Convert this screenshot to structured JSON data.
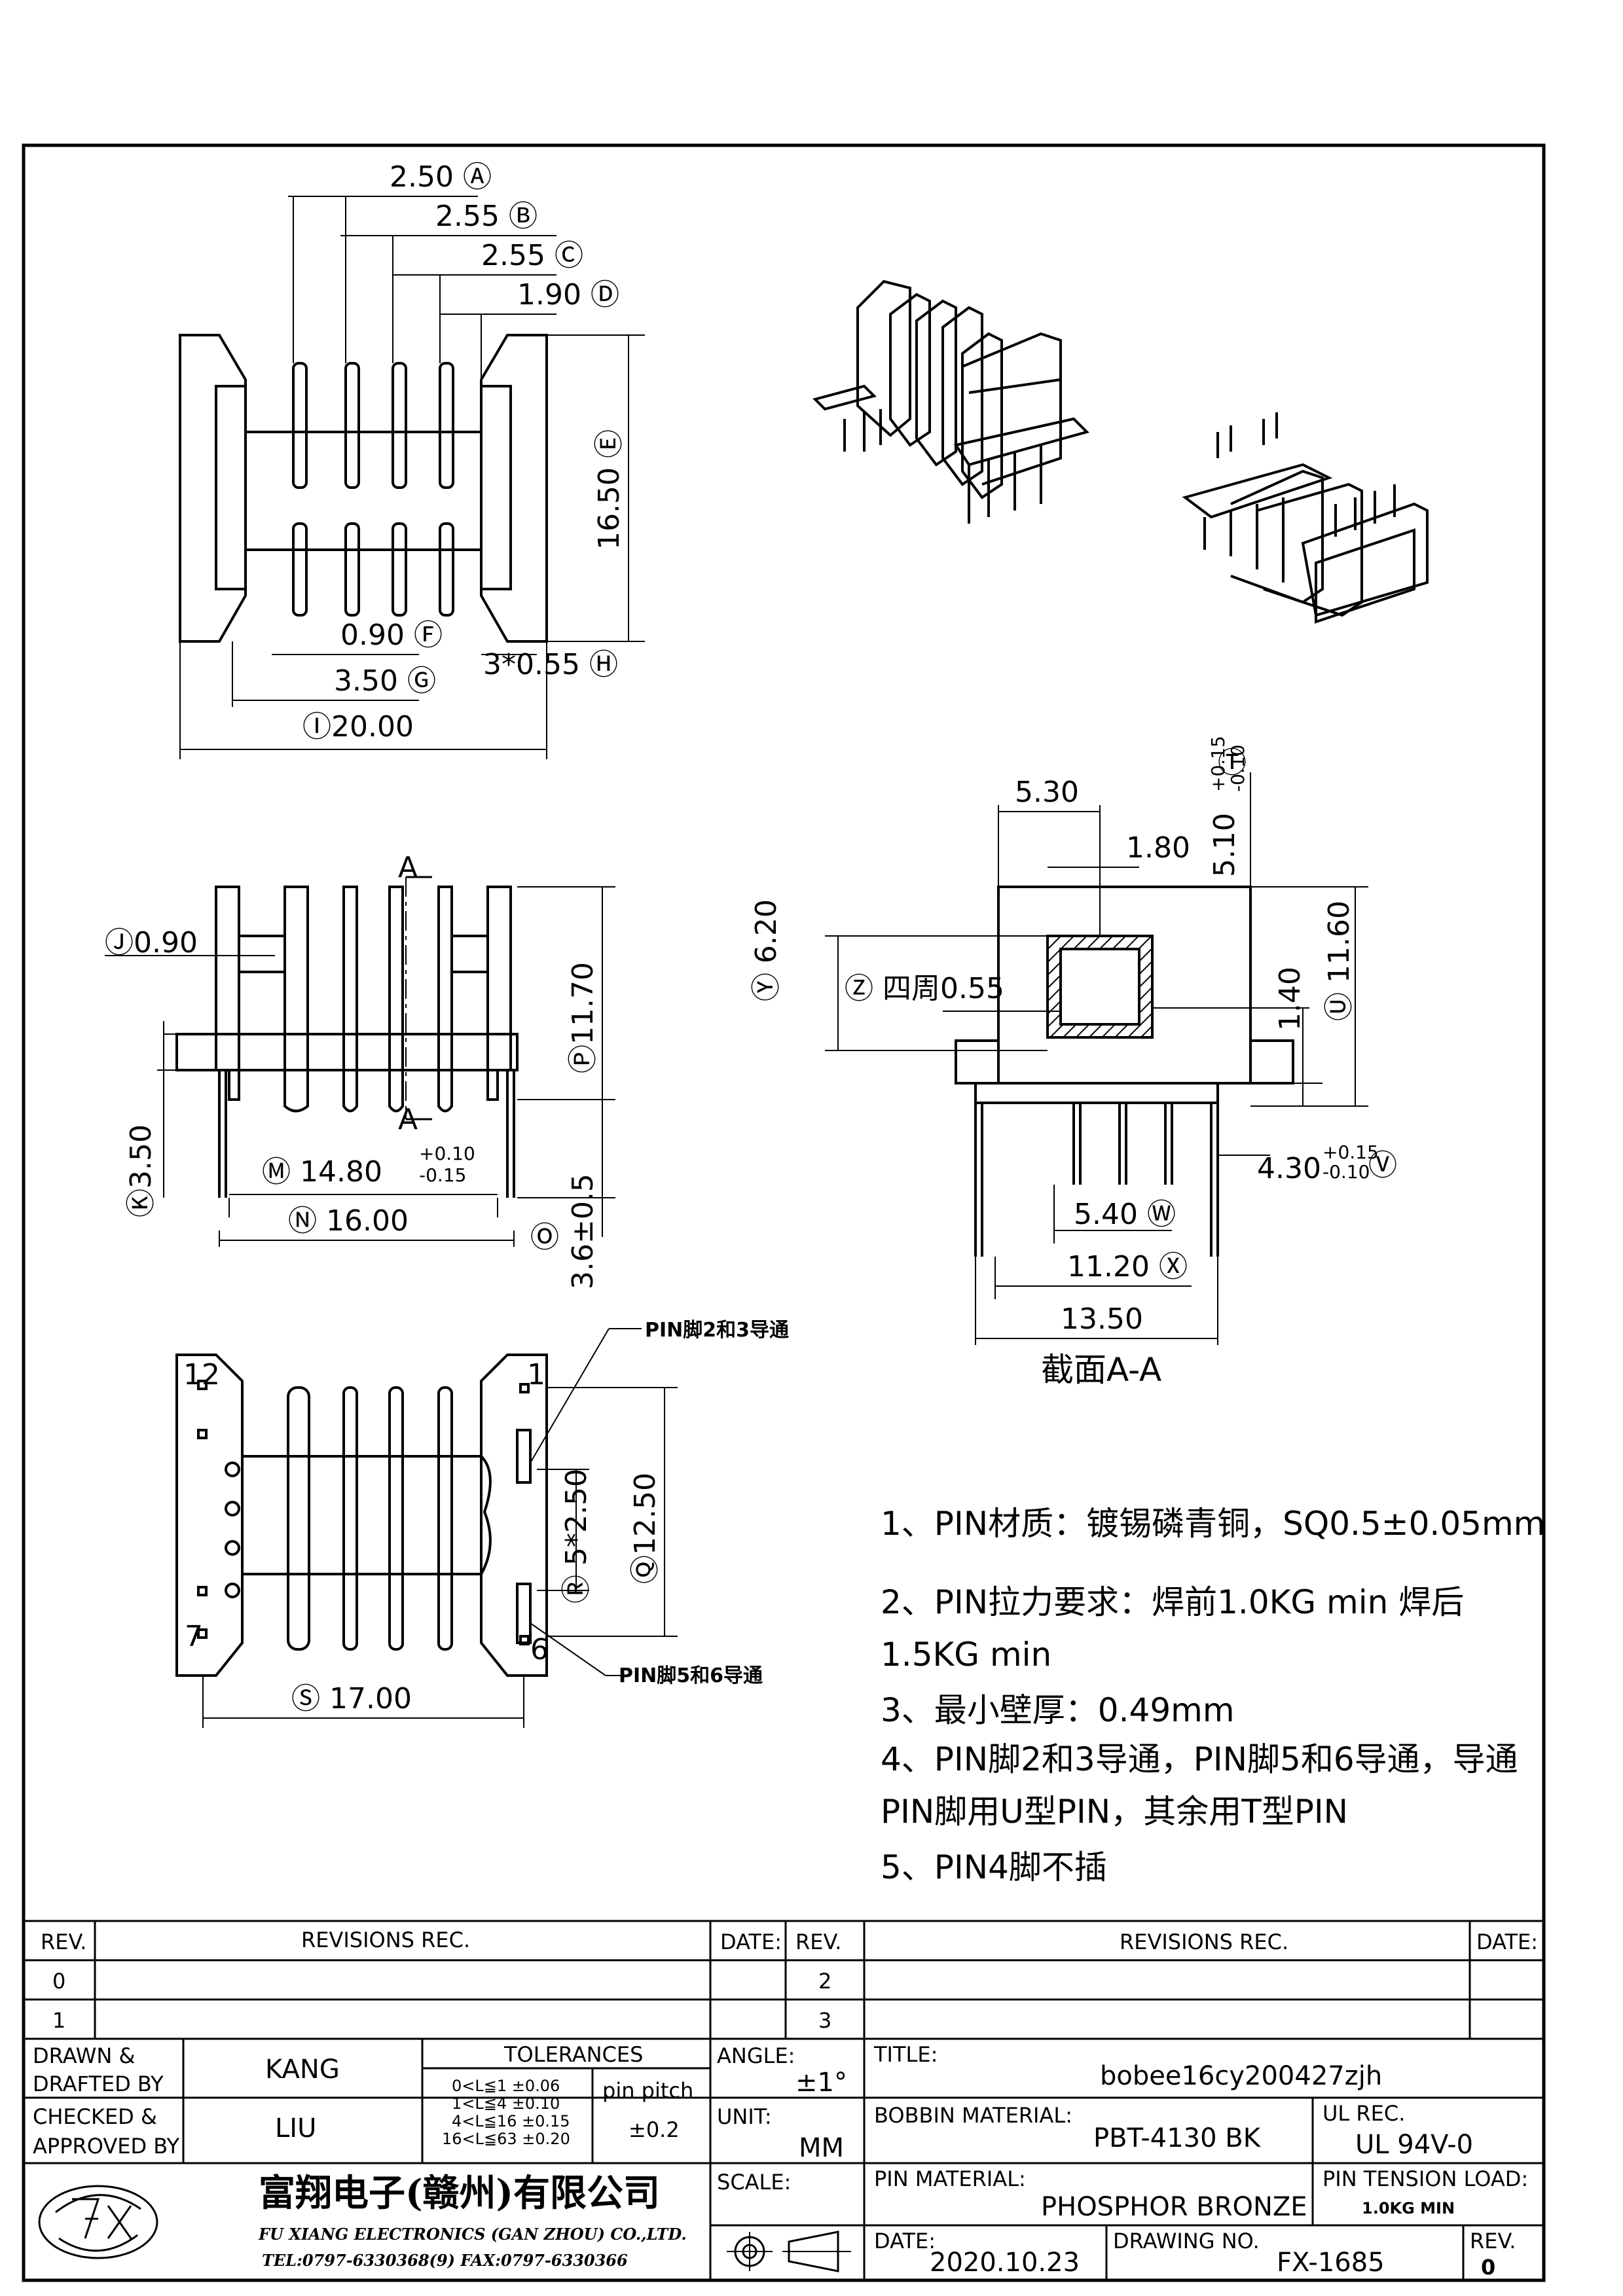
{
  "top_view": {
    "dim_a": "2.50 Ⓐ",
    "dim_b": "2.55 Ⓑ",
    "dim_c": "2.55 Ⓒ",
    "dim_d": "1.90 Ⓓ",
    "dim_e": "16.50 Ⓔ",
    "dim_f": "0.90 Ⓕ",
    "dim_g": "3.50 Ⓖ",
    "dim_h": "3*0.55 Ⓗ",
    "dim_i": "Ⓘ20.00"
  },
  "front_view": {
    "section_mark": "A",
    "dim_j": "Ⓙ0.90",
    "dim_k": "Ⓚ3.50",
    "dim_p": "Ⓟ11.70",
    "dim_m": "Ⓜ 14.80",
    "dim_m_tol_upper": "+0.10",
    "dim_m_tol_lower": "-0.15",
    "dim_n": "Ⓝ 16.00",
    "dim_o": "Ⓞ",
    "dim_o_value": "3.6±0.5"
  },
  "section_view": {
    "dim_530": "5.30",
    "dim_180": "1.80",
    "dim_t": "Ⓣ",
    "dim_t_value": "5.10",
    "dim_t_tol_upper": "+0.15",
    "dim_t_tol_lower": "-0.10",
    "dim_y": "Ⓨ 6.20",
    "dim_z": "Ⓩ 四周0.55",
    "dim_140": "1.40",
    "dim_u": "Ⓤ 11.60",
    "dim_v": "4.30",
    "dim_v_tol_upper": "+0.15",
    "dim_v_tol_lower": "-0.10",
    "dim_v_mark": "Ⓥ",
    "dim_w": "5.40 Ⓦ",
    "dim_x": "11.20 Ⓧ",
    "dim_1350": "13.50",
    "caption": "截面A-A"
  },
  "bottom_view": {
    "pin_12": "12",
    "pin_1": "1",
    "pin_7": "7",
    "pin_6": "6",
    "pin23_note": "PIN脚2和3导通",
    "pin56_note": "PIN脚5和6导通",
    "dim_r": "Ⓡ 5*2.50",
    "dim_q": "Ⓠ12.50",
    "dim_s": "Ⓢ 17.00"
  },
  "notes": [
    "1、PIN材质：镀锡磷青铜，SQ0.5±0.05mm",
    "2、PIN拉力要求：焊前1.0KG min   焊后",
    "1.5KG min",
    "3、最小壁厚：0.49mm",
    "4、PIN脚2和3导通，PIN脚5和6导通，导通",
    "PIN脚用U型PIN，其余用T型PIN",
    "5、PIN4脚不插"
  ],
  "title_block": {
    "rev_header": "REV.",
    "revisions_header": "REVISIONS    REC.",
    "date_header": "DATE:",
    "rev_rows_left": [
      "0",
      "1"
    ],
    "rev_rows_right": [
      "2",
      "3"
    ],
    "drawn_label_1": "DRAWN &",
    "drawn_label_2": "DRAFTED BY",
    "drawn_by": "KANG",
    "checked_label_1": "CHECKED &",
    "checked_label_2": "APPROVED BY",
    "checked_by": "LIU",
    "tolerances_header": "TOLERANCES",
    "tolerance_rows": [
      "0<L≦1    ±0.06",
      "1<L≦4    ±0.10",
      "4<L≦16  ±0.15",
      "16<L≦63 ±0.20"
    ],
    "pin_pitch_label": "pin  pitch",
    "pin_pitch_value": "±0.2",
    "angle_label": "ANGLE:",
    "angle_value": "±1°",
    "unit_label": "UNIT:",
    "unit_value": "MM",
    "scale_label": "SCALE:",
    "title_label": "TITLE:",
    "title_value": "bobee16cy200427zjh",
    "bobbin_material_label": "BOBBIN  MATERIAL:",
    "bobbin_material_value": "PBT-4130  BK",
    "ul_label": "UL  REC.",
    "ul_value": "UL  94V-0",
    "pin_material_label": "PIN  MATERIAL:",
    "pin_material_value": "PHOSPHOR  BRONZE",
    "pin_tension_label": "PIN  TENSION  LOAD:",
    "pin_tension_value": "1.0KG  MIN",
    "date_label": "DATE:",
    "date_value": "2020.10.23",
    "drawing_no_label": "DRAWING  NO.",
    "drawing_no_value": "FX-1685",
    "rev_label": "REV.",
    "rev_value": "0",
    "company_cn": "富翔电子(赣州)有限公司",
    "company_en": "FU XIANG ELECTRONICS (GAN ZHOU) CO.,LTD.",
    "company_tel": "TEL:0797-6330368(9)    FAX:0797-6330366"
  }
}
